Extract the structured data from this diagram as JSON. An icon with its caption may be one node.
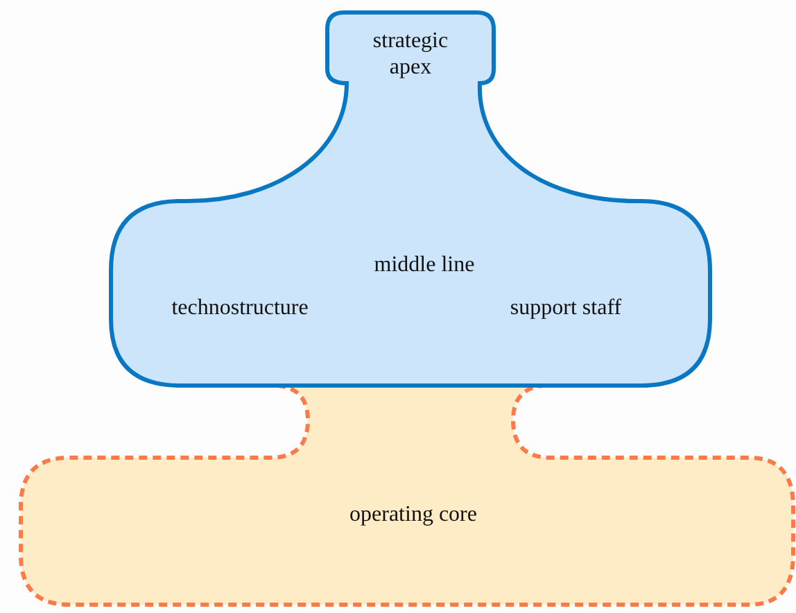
{
  "diagram": {
    "nodes": [
      {
        "text": [
          "strategic apex",
          "middle line",
          "technostructure",
          "support staff"
        ]
      },
      {
        "text": [
          "operating core"
        ]
      }
    ]
  }
}
